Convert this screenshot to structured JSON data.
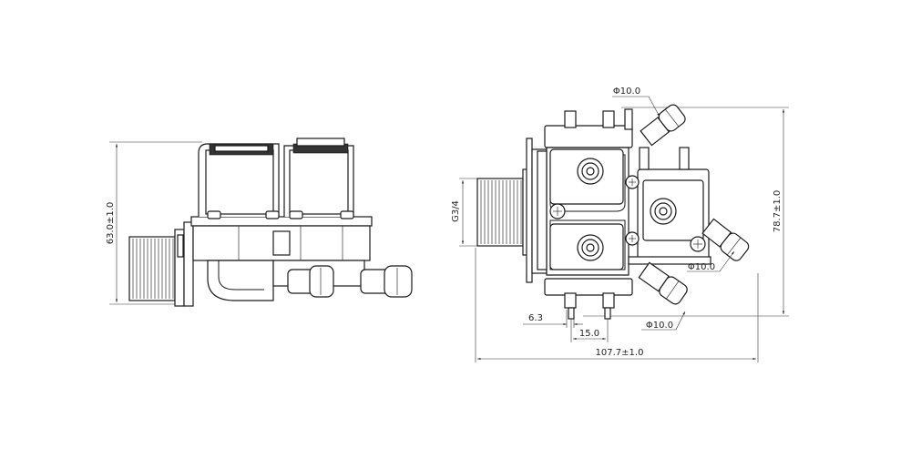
{
  "drawing": {
    "left_view": {
      "height_dim": "63.0±1.0"
    },
    "right_view": {
      "thread_label": "G3/4",
      "height_dim": "78.7±1.0",
      "width_dim": "107.7±1.0",
      "terminal_width_dim": "6.3",
      "terminal_spacing_dim": "15.0",
      "outlet_dim_top": "Φ10.0",
      "outlet_dim_right": "Φ10.0",
      "outlet_dim_bottom": "Φ10.0"
    }
  }
}
